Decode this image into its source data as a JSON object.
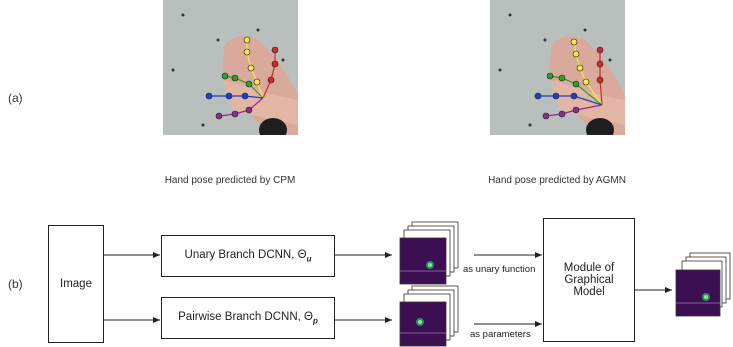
{
  "panel_a": {
    "label": "(a)",
    "left_caption": "Hand pose predicted by CPM",
    "right_caption": "Hand pose predicted by AGMN"
  },
  "panel_b": {
    "label": "(b)",
    "image_box": "Image",
    "unary_box": "Unary Branch DCNN, Θ",
    "unary_sub": "u",
    "pairwise_box": "Pairwise Branch DCNN, Θ",
    "pairwise_sub": "p",
    "unary_edge": "as unary function",
    "pairwise_edge": "as parameters",
    "model_box": [
      "Module of",
      "Graphical",
      "Model"
    ]
  },
  "colors": {
    "heatmap_bg": "#3b0f52",
    "heatmap_spot": "#7ef07a",
    "joint_red": "#d62728",
    "joint_yellow": "#f5e74a",
    "joint_green": "#2ca02c",
    "joint_blue": "#1f3fc8",
    "joint_purple": "#8c2d8c"
  }
}
